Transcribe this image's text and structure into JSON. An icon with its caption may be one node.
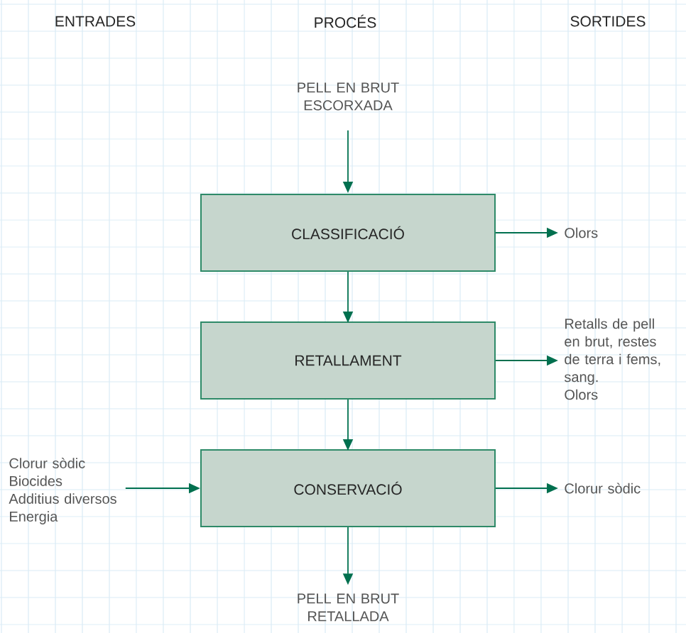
{
  "diagram": {
    "nodes": [
      {
        "text": [
          "PELL EN BRUT ESCORXADA"
        ]
      },
      {
        "text": [
          "CLASSIFICACIÓ"
        ]
      },
      {
        "text": [
          "Olors"
        ]
      },
      {
        "text": [
          "RETALLAMENT"
        ]
      },
      {
        "text": [
          "Retalls de pell en brut, restes de terra i fems, sang.",
          "Olors"
        ]
      },
      {
        "text": [
          "Clorur sòdic",
          "Biocides",
          "Additius diversos",
          "Energia"
        ]
      },
      {
        "text": [
          "CONSERVACIÓ"
        ]
      },
      {
        "text": [
          "Clorur sòdic"
        ]
      },
      {
        "text": [
          "PELL EN BRUT RETALLADA"
        ]
      }
    ],
    "edges": [
      {
        "from": 0,
        "to": 1,
        "arrow": "to"
      },
      {
        "from": 1,
        "to": 2,
        "arrow": "to"
      },
      {
        "from": 1,
        "to": 3,
        "arrow": "to"
      },
      {
        "from": 3,
        "to": 4,
        "arrow": "to"
      },
      {
        "from": 3,
        "to": 6,
        "arrow": "to"
      },
      {
        "from": 5,
        "to": 6,
        "arrow": "to"
      },
      {
        "from": 6,
        "to": 7,
        "arrow": "to"
      },
      {
        "from": 6,
        "to": 8,
        "arrow": "to"
      }
    ],
    "labels": [
      "ENTRADES",
      "PROCÉS",
      "SORTIDES"
    ]
  }
}
